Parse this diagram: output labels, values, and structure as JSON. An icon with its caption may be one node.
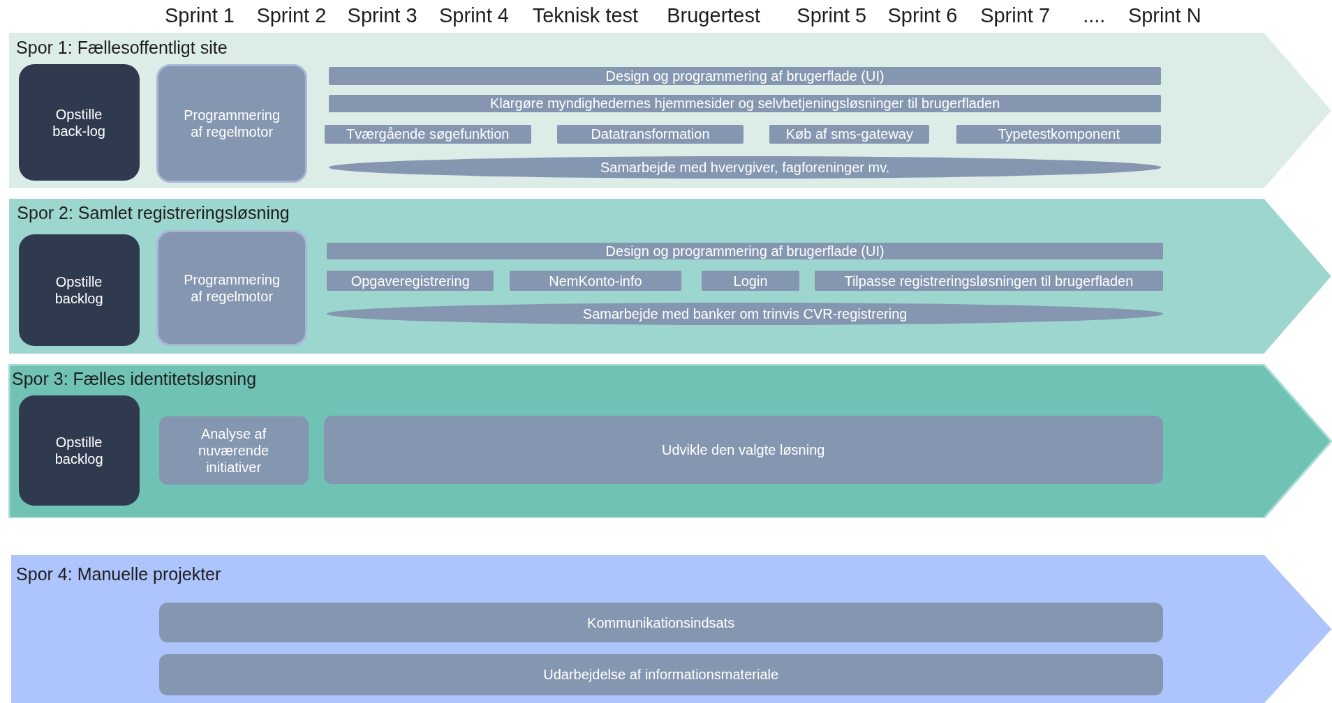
{
  "diagram": {
    "nodes": [
      {
        "text": [
          "Spor 1: Fællesoffentligt site"
        ]
      },
      {
        "text": [
          "Opstille back-log"
        ],
        "in": 0
      },
      {
        "text": [
          "Programmering af regelmotor"
        ],
        "in": 0
      },
      {
        "text": [
          "Design og programmering af brugerflade (UI)"
        ],
        "in": 0
      },
      {
        "text": [
          "Klargøre myndighedernes hjemmesider og selvbetjeningsløsninger til brugerfladen"
        ],
        "in": 0
      },
      {
        "text": [
          "Tværgående søgefunktion"
        ],
        "in": 0
      },
      {
        "text": [
          "Datatransformation"
        ],
        "in": 0
      },
      {
        "text": [
          "Køb af sms-gateway"
        ],
        "in": 0
      },
      {
        "text": [
          "Typetestkomponent"
        ],
        "in": 0
      },
      {
        "text": [
          "Samarbejde med hvervgiver, fagforeninger mv."
        ],
        "in": 0
      },
      {
        "text": [
          "Spor 2: Samlet registreringsløsning"
        ]
      },
      {
        "text": [
          "Opstille backlog"
        ],
        "in": 10
      },
      {
        "text": [
          "Programmering af regelmotor"
        ],
        "in": 10
      },
      {
        "text": [
          "Design og programmering af brugerflade (UI)"
        ],
        "in": 10
      },
      {
        "text": [
          "Opgaveregistrering"
        ],
        "in": 10
      },
      {
        "text": [
          "NemKonto-info"
        ],
        "in": 10
      },
      {
        "text": [
          "Login"
        ],
        "in": 10
      },
      {
        "text": [
          "Tilpasse registreringsløsningen til brugerfladen"
        ],
        "in": 10
      },
      {
        "text": [
          "Samarbejde med banker om trinvis CVR-registrering"
        ],
        "in": 10
      },
      {
        "text": [
          "Spor 3: Fælles identitetsløsning"
        ]
      },
      {
        "text": [
          "Opstille backlog"
        ],
        "in": 19
      },
      {
        "text": [
          "Analyse af nuværende initiativer"
        ],
        "in": 19
      },
      {
        "text": [
          "Udvikle den valgte løsning"
        ],
        "in": 19
      },
      {
        "text": [
          "Spor 4: Manuelle projekter"
        ]
      },
      {
        "text": [
          "Kommunikationsindsats"
        ],
        "in": 23
      },
      {
        "text": [
          "Udarbejdelse af informationsmateriale"
        ],
        "in": 23
      }
    ],
    "labels": [
      "Sprint 1",
      "Sprint 2",
      "Sprint 3",
      "Sprint 4",
      "Teknisk test",
      "Brugertest",
      "Sprint 5",
      "Sprint 6",
      "Sprint 7",
      "....",
      "Sprint N"
    ]
  }
}
